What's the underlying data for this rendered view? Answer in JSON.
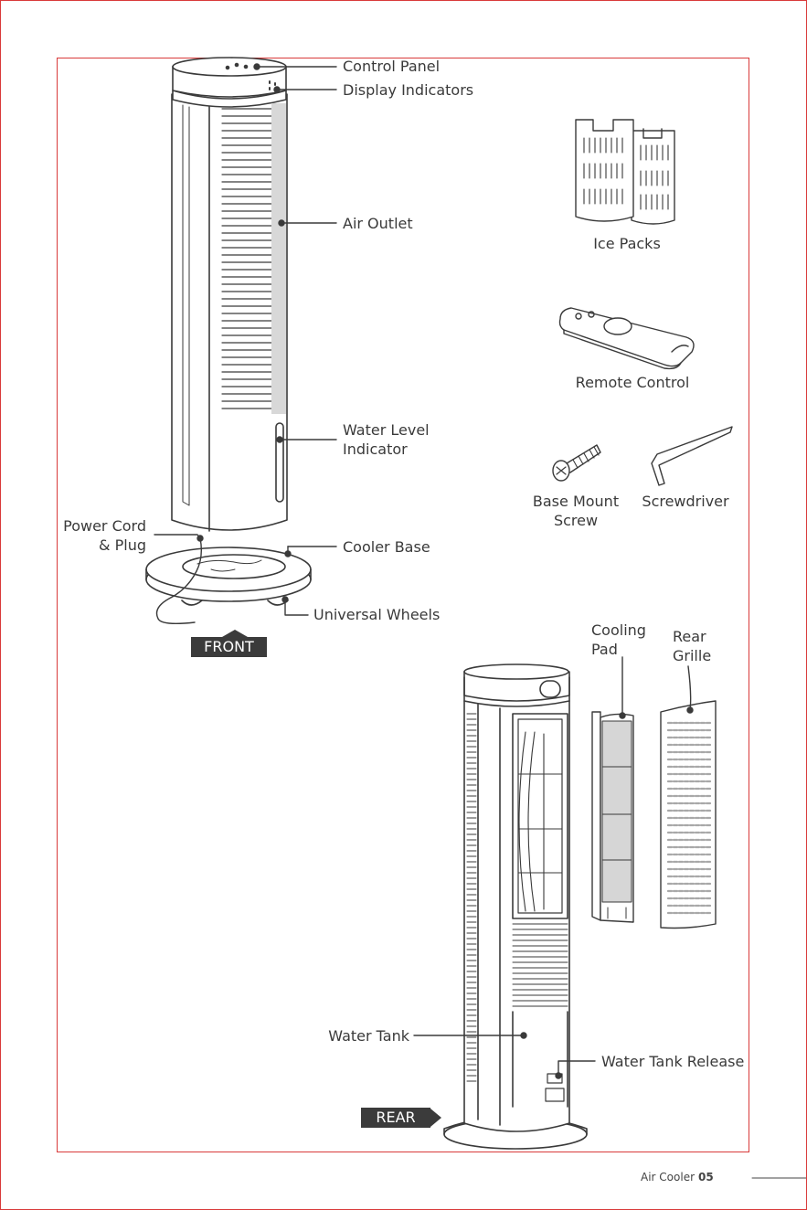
{
  "labels": {
    "control_panel": "Control Panel",
    "display_indicators": "Display Indicators",
    "air_outlet": "Air Outlet",
    "water_level_line1": "Water Level",
    "water_level_line2": "Indicator",
    "power_cord_line1": "Power Cord",
    "power_cord_line2": "& Plug",
    "cooler_base": "Cooler Base",
    "universal_wheels": "Universal Wheels",
    "ice_packs": "Ice Packs",
    "remote_control": "Remote Control",
    "base_mount_line1": "Base Mount",
    "base_mount_line2": "Screw",
    "screwdriver": "Screwdriver",
    "cooling_pad_line1": "Cooling",
    "cooling_pad_line2": "Pad",
    "rear_grille_line1": "Rear",
    "rear_grille_line2": "Grille",
    "water_tank": "Water Tank",
    "water_tank_release": "Water Tank Release"
  },
  "tags": {
    "front": "FRONT",
    "rear": "REAR"
  },
  "footer": {
    "title": "Air Cooler",
    "page": "05"
  },
  "colors": {
    "accent": "#d93a3a",
    "ink": "#3a3a3a",
    "tag_bg": "#3b3b3b"
  }
}
